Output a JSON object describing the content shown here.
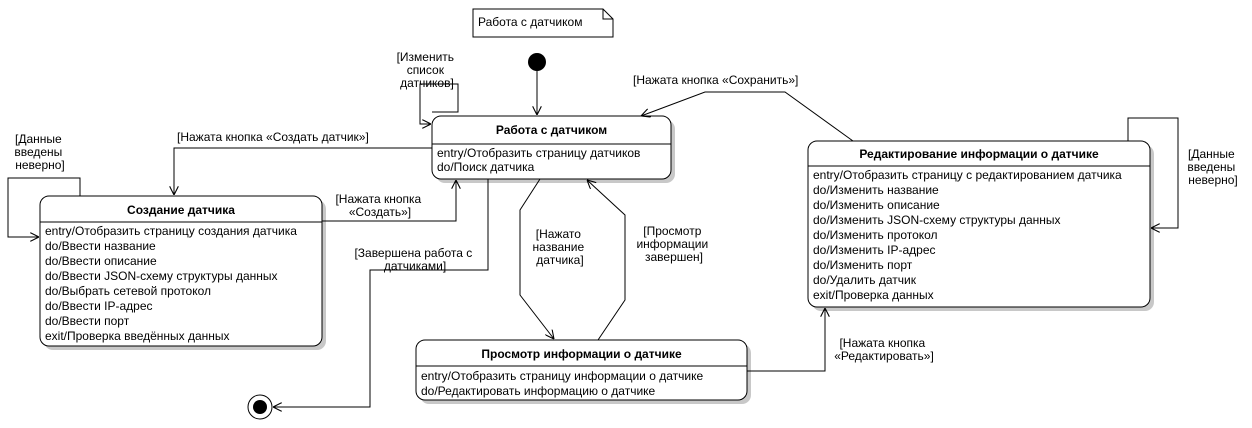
{
  "note": {
    "text": "Работа с датчиком"
  },
  "states": {
    "main": {
      "title": "Работа с датчиком",
      "actions": [
        "entry/Отобразить страницу датчиков",
        "do/Поиск датчика"
      ]
    },
    "create": {
      "title": "Создание датчика",
      "actions": [
        "entry/Отобразить страницу создания датчика",
        "do/Ввести название",
        "do/Ввести описание",
        "do/Ввести JSON-схему структуры данных",
        "do/Выбрать сетевой протокол",
        "do/Ввести IP-адрес",
        "do/Ввести порт",
        "exit/Проверка введённых данных"
      ]
    },
    "view": {
      "title": "Просмотр информации о датчике",
      "actions": [
        "entry/Отобразить страницу информации о датчике",
        "do/Редактировать информацию о датчике"
      ]
    },
    "edit": {
      "title": "Редактирование информации о датчике",
      "actions": [
        "entry/Отобразить страницу с редактированием датчика",
        "do/Изменить название",
        "do/Изменить описание",
        "do/Изменить JSON-схему структуры данных",
        "do/Изменить протокол",
        "do/Изменить IP-адрес",
        "do/Изменить порт",
        "do/Удалить датчик",
        "exit/Проверка данных"
      ]
    }
  },
  "transitions": {
    "change_list": [
      "[Изменить",
      "список",
      "датчиков]"
    ],
    "create_button": [
      "[Нажата кнопка «Создать датчик»]"
    ],
    "invalid_create": [
      "[Данные",
      "введены",
      "неверно]"
    ],
    "create_submit": [
      "[Нажата кнопка",
      "«Создать»]"
    ],
    "finish": [
      "[Завершена работа с",
      "датчиками]"
    ],
    "name_clicked": [
      "[Нажато",
      "название",
      "датчика]"
    ],
    "view_done": [
      "[Просмотр",
      "информации",
      "завершен]"
    ],
    "save_button": [
      "[Нажата кнопка «Сохранить»]"
    ],
    "invalid_edit": [
      "[Данные",
      "введены",
      "неверно]"
    ],
    "edit_button": [
      "[Нажата кнопка",
      "«Редактировать»]"
    ]
  }
}
